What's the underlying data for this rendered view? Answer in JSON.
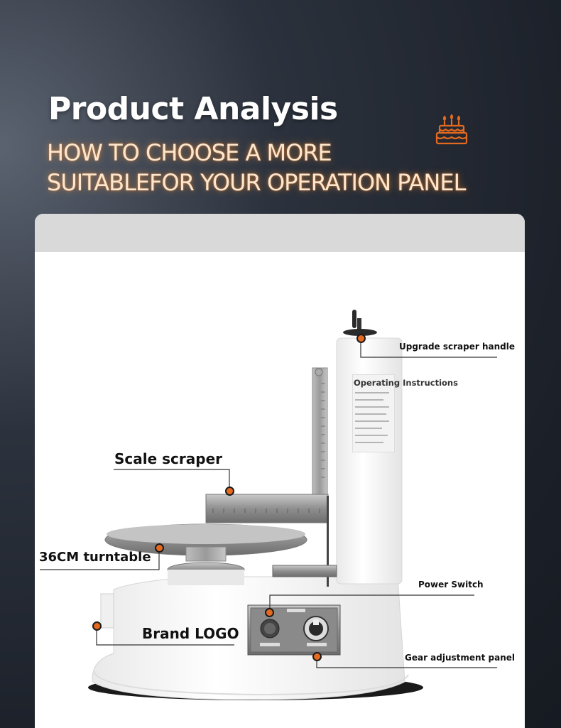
{
  "header": {
    "title": "Product Analysis",
    "subtitle_line1": "HOW TO CHOOSE A MORE",
    "subtitle_line2": "SUITABLEFOR YOUR OPERATION PANEL"
  },
  "icons": {
    "header_icon": "cake-icon"
  },
  "colors": {
    "accent": "#e56a1f",
    "subtitle": "#fbe7cf",
    "panel_header": "#d9d9d9"
  },
  "callouts": {
    "scraper_handle": "Upgrade scraper handle",
    "scale_scraper": "Scale scraper",
    "turntable": "36CM turntable",
    "power_switch": "Power Switch",
    "brand_logo": "Brand LOGO",
    "gear_panel": "Gear adjustment panel"
  },
  "machine": {
    "instructions_title": "Operating Instructions"
  }
}
